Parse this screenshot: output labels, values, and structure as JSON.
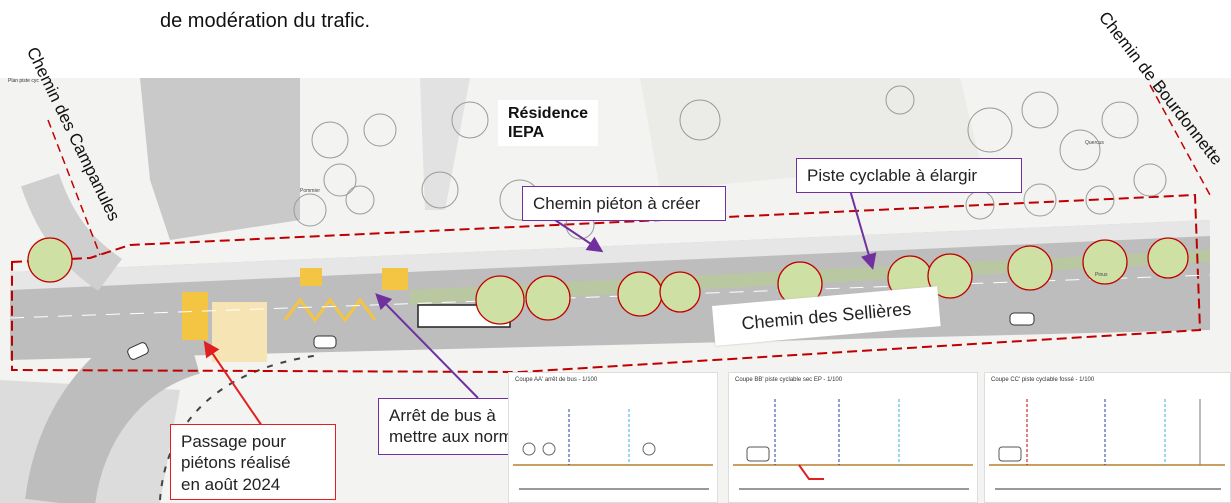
{
  "header": {
    "caption_line": "de modération du trafic."
  },
  "streets": {
    "campanules": "Chemin des Campanules",
    "bourdonnette": "Chemin de Bourdonnette",
    "sellieres": "Chemin des Sellières"
  },
  "places": {
    "residence_line1": "Résidence",
    "residence_line2": "IEPA"
  },
  "callouts": {
    "chemin_pieton": "Chemin piéton à créer",
    "piste_cyclable": "Piste cyclable à élargir",
    "arret_bus_line1": "Arrêt de bus à",
    "arret_bus_line2": "mettre aux normes",
    "passage_line1": "Passage pour",
    "passage_line2": "piétons réalisé",
    "passage_line3": "en août 2024"
  },
  "plan": {
    "caption": "Plan piste cyc"
  },
  "sections": {
    "aa": "Coupe AA' arrêt de bus - 1/100",
    "bb": "Coupe BB' piste cyclable sec EP - 1/100",
    "cc": "Coupe CC' piste cyclable fossé - 1/100"
  },
  "tree_labels": {
    "pommier": "Pommier",
    "quercus": "Quercus",
    "pinus": "Pinus"
  },
  "colors": {
    "purple_arrow": "#7030a0",
    "red_arrow": "#e02020",
    "perimeter": "#c00000",
    "road": "#bdbdbd",
    "crossing": "#f4c542"
  },
  "icons": {
    "tree_symbol": "tree-icon",
    "car_symbol": "car-icon"
  }
}
